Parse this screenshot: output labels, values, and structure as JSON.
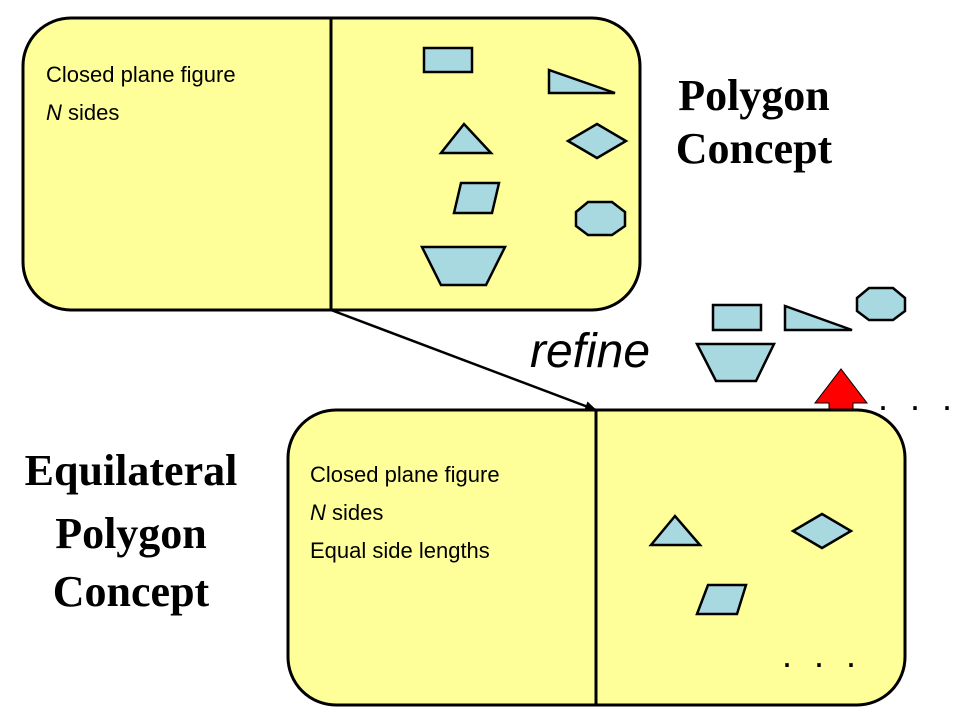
{
  "colors": {
    "box_fill": "#FFFF99",
    "shape_fill": "#A8D8E0",
    "arrow_red": "#FF0000",
    "stroke": "#000000"
  },
  "polygon_concept": {
    "title_line1": "Polygon",
    "title_line2": "Concept",
    "intension_line1": "Closed plane figure",
    "intension_line2_italic": "N",
    "intension_line2_rest": " sides",
    "shapes": [
      "rectangle",
      "right-triangle",
      "triangle",
      "diamond",
      "parallelogram",
      "octagon",
      "trapezoid"
    ]
  },
  "equilateral_concept": {
    "title_line1": "Equilateral",
    "title_line2": "Polygon",
    "title_line3": "Concept",
    "intension_line1": "Closed plane figure",
    "intension_line2_italic": "N",
    "intension_line2_rest": " sides",
    "intension_line3": "Equal side lengths",
    "shapes": [
      "triangle",
      "diamond",
      "parallelogram"
    ],
    "ellipsis": ". . ."
  },
  "refine_label": "refine",
  "excluded_shapes": [
    "rectangle",
    "right-triangle",
    "octagon",
    "trapezoid"
  ],
  "excluded_ellipsis": ". . ."
}
